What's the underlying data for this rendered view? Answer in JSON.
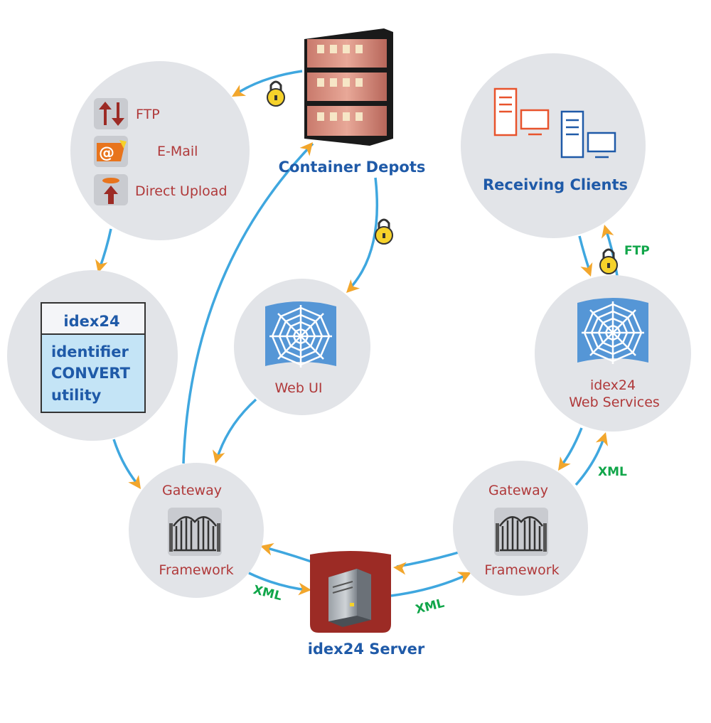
{
  "colors": {
    "node_fill": "#e2e4e8",
    "connector": "#3fa7df",
    "arrowhead": "#f2a62c",
    "label_red": "#b0393a",
    "label_blue": "#1f5aa8",
    "label_green": "#11a64a",
    "server_brand": "#9c2b25"
  },
  "nodes": {
    "container_depots": {
      "label": "Container Depots",
      "icon": "shipping-containers-icon"
    },
    "inputs": {
      "items": [
        {
          "label": "FTP",
          "icon": "up-down-arrows-icon"
        },
        {
          "label": "E-Mail",
          "icon": "email-at-icon"
        },
        {
          "label": "Direct Upload",
          "icon": "upload-icon"
        }
      ]
    },
    "converter": {
      "header": "idex24",
      "lines": [
        "identifier",
        "CONVERT",
        "utility"
      ]
    },
    "web_ui": {
      "label": "Web UI",
      "icon": "spider-web-icon"
    },
    "receiving_clients": {
      "label": "Receiving Clients",
      "icon": "computers-icon"
    },
    "web_services": {
      "line1": "idex24",
      "line2": "Web Services",
      "icon": "spider-web-icon"
    },
    "gateway_left": {
      "top": "Gateway",
      "bottom": "Framework",
      "icon": "gate-icon"
    },
    "gateway_right": {
      "top": "Gateway",
      "bottom": "Framework",
      "icon": "gate-icon"
    },
    "server": {
      "label": "idex24 Server",
      "icon": "server-tower-icon"
    }
  },
  "connection_labels": {
    "ftp": "FTP",
    "xml_right_upper": "XML",
    "xml_bottom_left": "XML",
    "xml_bottom_right": "XML"
  }
}
